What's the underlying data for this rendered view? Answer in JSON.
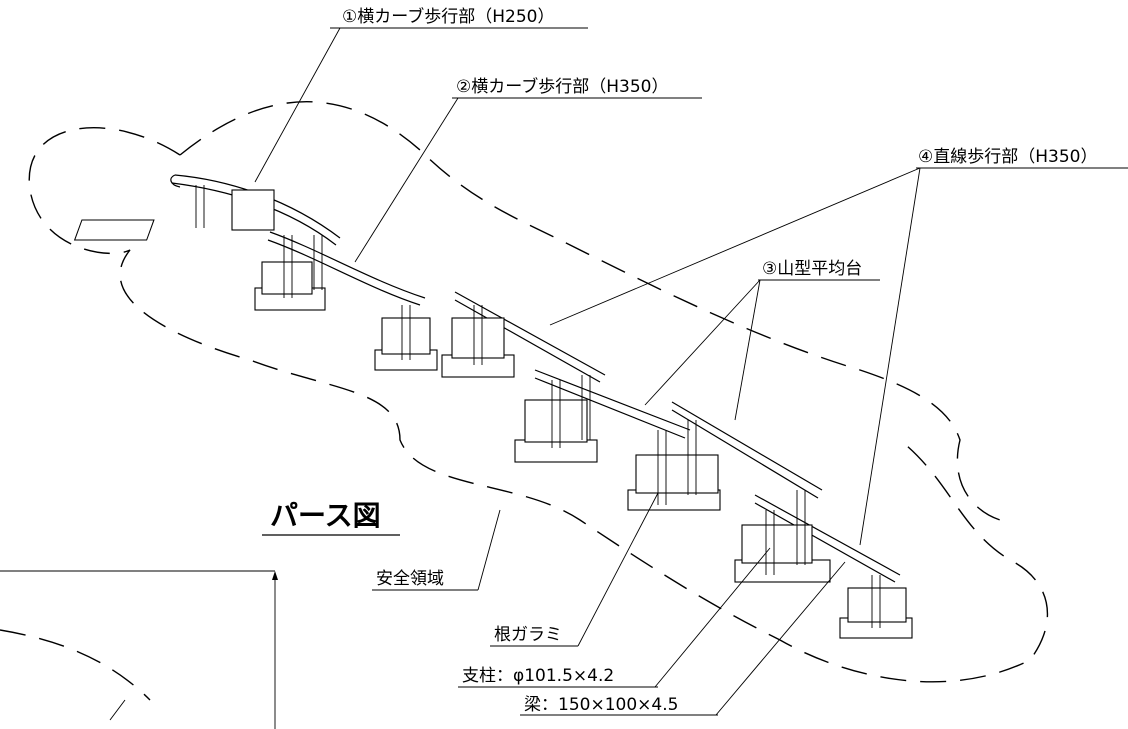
{
  "drawing": {
    "title": "パース図",
    "safety_zone_label": "安全領域",
    "callouts": {
      "part1": "①横カーブ歩行部（H250）",
      "part2": "②横カーブ歩行部（H350）",
      "part3": "③山型平均台",
      "part4": "④直線歩行部（H350）",
      "tie_beam": "根ガラミ",
      "post": "支柱：φ101.5×4.2",
      "beam": "梁：150×100×4.5"
    }
  }
}
